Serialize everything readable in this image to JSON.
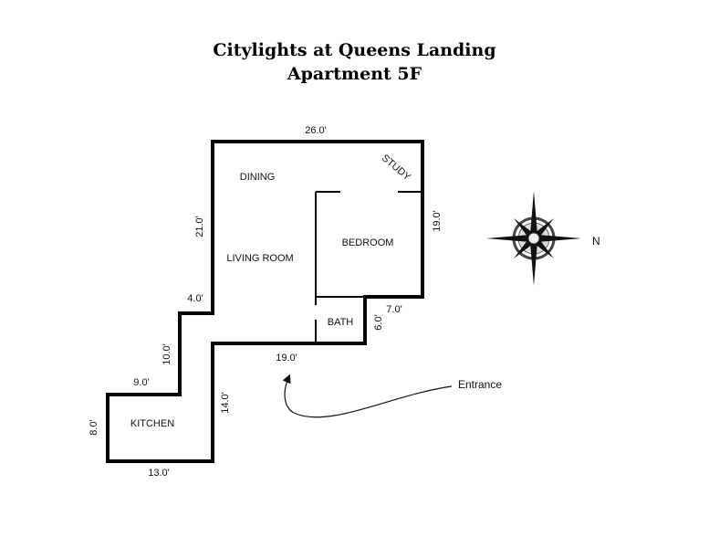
{
  "title": {
    "line1": "Citylights at Queens Landing",
    "line2": "Apartment 5F"
  },
  "rooms": {
    "dining": "DINING",
    "living_room": "LIVING ROOM",
    "bedroom": "BEDROOM",
    "study": "STUDY",
    "bath": "BATH",
    "kitchen": "KITCHEN"
  },
  "dimensions": {
    "top": "26.0'",
    "right": "19.0'",
    "left_upper": "21.0'",
    "step_top": "4.0'",
    "step_left": "10.0'",
    "kitchen_top": "9.0'",
    "kitchen_left": "8.0'",
    "kitchen_bottom": "13.0'",
    "kitchen_right": "14.0'",
    "bottom": "19.0'",
    "bath_right": "6.0'",
    "bath_step": "7.0'"
  },
  "annotations": {
    "entrance": "Entrance",
    "north": "N"
  }
}
